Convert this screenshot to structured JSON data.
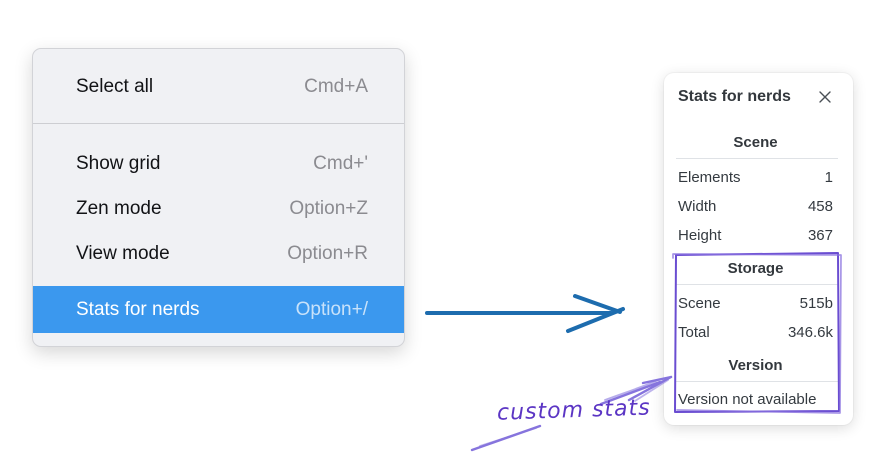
{
  "menu": {
    "sections": [
      {
        "items": [
          {
            "label": "Select all",
            "shortcut": "Cmd+A",
            "highlighted": false
          }
        ]
      },
      {
        "items": [
          {
            "label": "Show grid",
            "shortcut": "Cmd+'",
            "highlighted": false
          },
          {
            "label": "Zen mode",
            "shortcut": "Option+Z",
            "highlighted": false
          },
          {
            "label": "View mode",
            "shortcut": "Option+R",
            "highlighted": false
          },
          {
            "label": "Stats for nerds",
            "shortcut": "Option+/",
            "highlighted": true
          }
        ]
      }
    ]
  },
  "stats_panel": {
    "title": "Stats for nerds",
    "icons": {
      "close": "close-x-icon"
    },
    "sections": [
      {
        "header": "Scene",
        "rows": [
          {
            "label": "Elements",
            "value": "1"
          },
          {
            "label": "Width",
            "value": "458"
          },
          {
            "label": "Height",
            "value": "367"
          }
        ]
      },
      {
        "header": "Storage",
        "annotated": true,
        "rows": [
          {
            "label": "Scene",
            "value": "515b"
          },
          {
            "label": "Total",
            "value": "346.6k"
          }
        ]
      },
      {
        "header": "Version",
        "annotated": true,
        "note": "Version not available"
      }
    ]
  },
  "annotation": {
    "label": "custom stats",
    "text_color": "#5b35c4",
    "box_color": "#6a4dd1",
    "arrow_color": "#8674dd"
  },
  "colors": {
    "menu_highlight": "#3b98ee",
    "menu_background": "#f0f1f4",
    "pointer_arrow_blue": "#1d6cae"
  }
}
